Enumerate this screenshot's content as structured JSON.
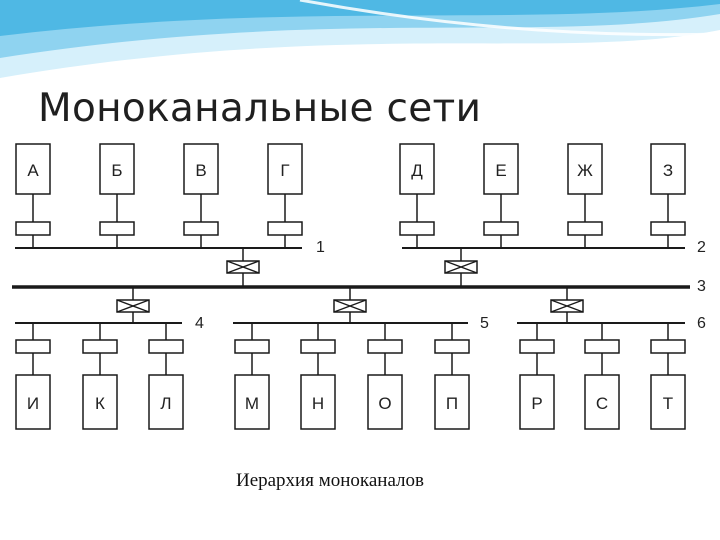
{
  "slide": {
    "title": "Моноканальные сети",
    "caption": "Иерархия моноканалов"
  },
  "colors": {
    "wave_light": "#d6f0fb",
    "wave_mid": "#8fd3f0",
    "wave_dark": "#4fb8e4",
    "line": "#1a1a1a"
  },
  "diagram": {
    "top_stations": [
      "А",
      "Б",
      "В",
      "Г",
      "Д",
      "Е",
      "Ж",
      "З"
    ],
    "bottom_stations": [
      "И",
      "К",
      "Л",
      "М",
      "Н",
      "О",
      "П",
      "Р",
      "С",
      "Т"
    ],
    "bus_labels": [
      "1",
      "2",
      "3",
      "4",
      "5",
      "6"
    ]
  }
}
